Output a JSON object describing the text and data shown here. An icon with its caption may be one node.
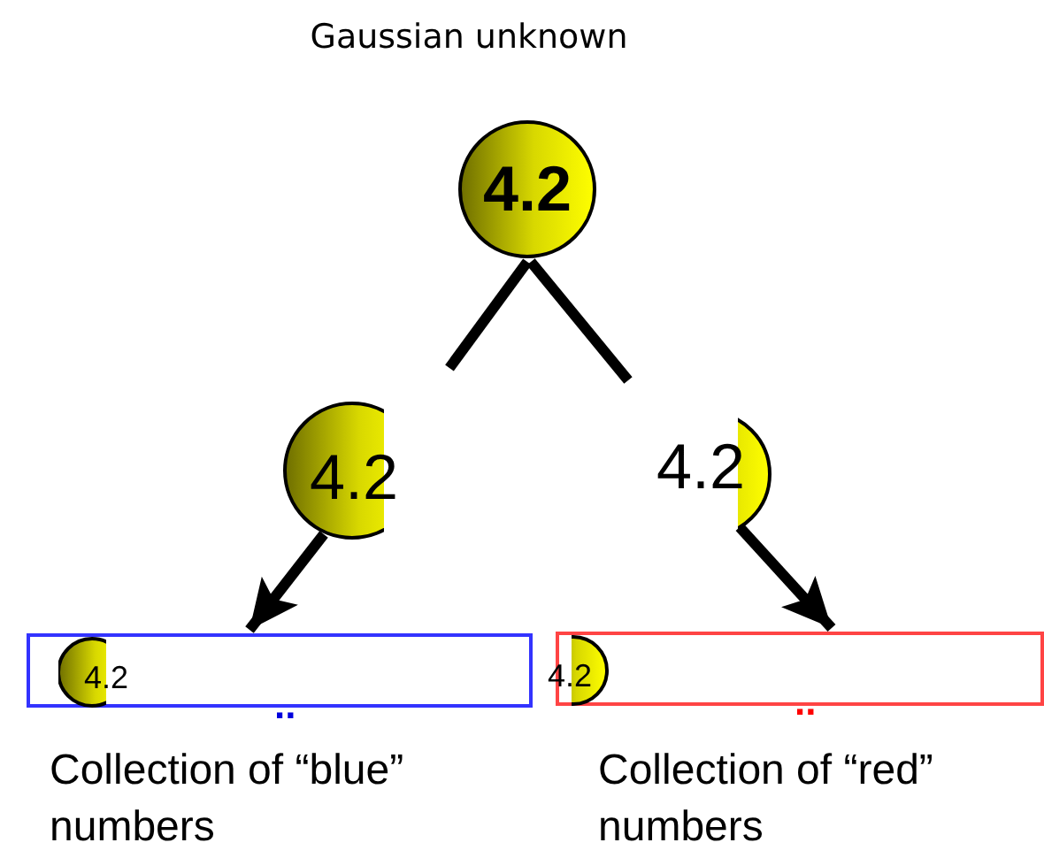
{
  "diagram": {
    "title": "Gaussian unknown",
    "nodes": [
      {
        "text": [
          "4.2"
        ]
      },
      {
        "text": [
          "4.2"
        ]
      },
      {
        "text": [
          "4.2"
        ]
      },
      {
        "text": [],
        "shape": "box",
        "beside": [
          "Collection of “blue” numbers"
        ]
      },
      {
        "text": [
          "4.2"
        ],
        "in": 3
      },
      {
        "text": [],
        "shape": "box",
        "beside": [
          "Collection of “red” numbers"
        ]
      },
      {
        "text": [
          "4.2"
        ],
        "in": 5
      }
    ],
    "edges": [
      {
        "from": 0,
        "to": 1,
        "arrow": "none"
      },
      {
        "from": 0,
        "to": 2,
        "arrow": "none"
      },
      {
        "from": 1,
        "to": 3,
        "arrow": "to"
      },
      {
        "from": 2,
        "to": 5,
        "arrow": "to"
      }
    ],
    "labels": [
      "..",
      ".."
    ]
  }
}
